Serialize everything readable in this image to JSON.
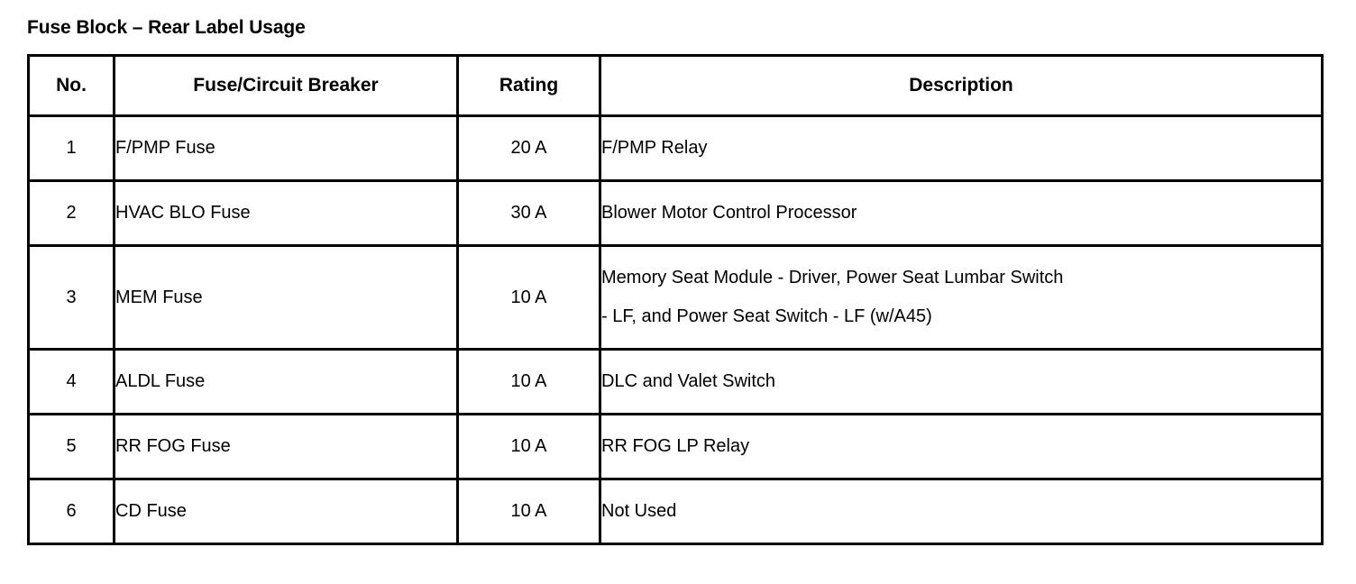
{
  "document": {
    "title": "Fuse Block – Rear Label Usage"
  },
  "table": {
    "columns": [
      {
        "key": "no",
        "label": "No."
      },
      {
        "key": "fuse",
        "label": "Fuse/Circuit Breaker"
      },
      {
        "key": "rating",
        "label": "Rating"
      },
      {
        "key": "description",
        "label": "Description"
      }
    ],
    "rows": [
      {
        "no": "1",
        "fuse": "F/PMP Fuse",
        "rating": "20 A",
        "description_line1": "F/PMP Relay",
        "description_line2": ""
      },
      {
        "no": "2",
        "fuse": "HVAC BLO Fuse",
        "rating": "30 A",
        "description_line1": "Blower Motor Control Processor",
        "description_line2": ""
      },
      {
        "no": "3",
        "fuse": "MEM Fuse",
        "rating": "10 A",
        "description_line1": "Memory Seat Module - Driver, Power Seat Lumbar Switch",
        "description_line2": "- LF, and Power Seat Switch - LF (w/A45)"
      },
      {
        "no": "4",
        "fuse": "ALDL Fuse",
        "rating": "10 A",
        "description_line1": "DLC and Valet Switch",
        "description_line2": ""
      },
      {
        "no": "5",
        "fuse": "RR FOG Fuse",
        "rating": "10 A",
        "description_line1": "RR FOG LP Relay",
        "description_line2": ""
      },
      {
        "no": "6",
        "fuse": "CD Fuse",
        "rating": "10 A",
        "description_line1": "Not Used",
        "description_line2": ""
      }
    ]
  },
  "style": {
    "text_color": "#000000",
    "background_color": "#ffffff",
    "border_color": "#000000"
  }
}
